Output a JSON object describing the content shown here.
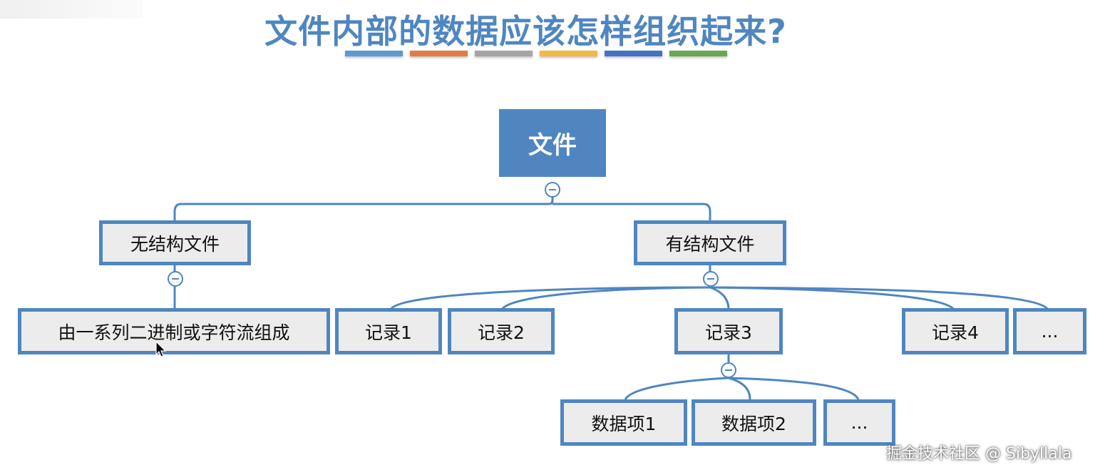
{
  "title": "文件内部的数据应该怎样组织起来?",
  "colors": {
    "accent": "#4f86c0",
    "node_fill": "#ececec",
    "title_rule": [
      "#5b9bd5",
      "#e07b47",
      "#a5a5a5",
      "#f4b942",
      "#4472c4",
      "#6aa84f"
    ]
  },
  "nodes": {
    "root": "文件",
    "unstructured": "无结构文件",
    "unstructured_desc": "由一系列二进制或字符流组成",
    "structured": "有结构文件",
    "record1": "记录1",
    "record2": "记录2",
    "record3": "记录3",
    "record4": "记录4",
    "record_more": "...",
    "item1": "数据项1",
    "item2": "数据项2",
    "item_more": "..."
  },
  "icons": {
    "collapse": "collapse-minus-icon",
    "cursor": "mouse-pointer-icon"
  },
  "watermark": "掘金技术社区 @ Sibyllala"
}
